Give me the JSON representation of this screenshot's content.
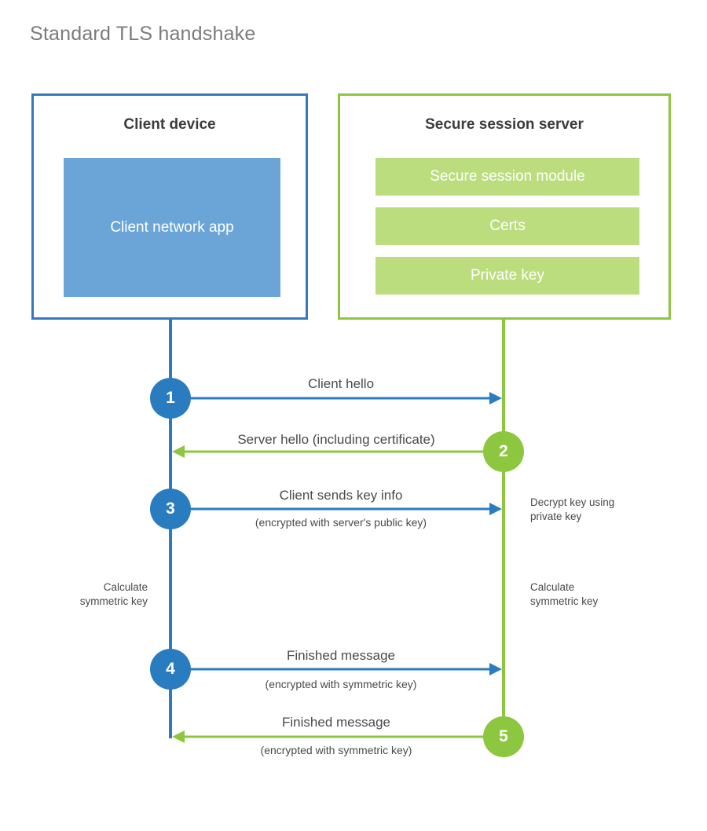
{
  "title": "Standard TLS handshake",
  "colors": {
    "client_border": "#3878bd",
    "client_line": "#2a7cc0",
    "client_fill": "#6ba5d7",
    "server_border": "#8dc63f",
    "server_line": "#8dc63f",
    "server_fill": "#bcdd7e",
    "text": "#4a4a4a",
    "title_text": "#7b7b7b",
    "background": "#ffffff"
  },
  "client": {
    "title": "Client device",
    "app_label": "Client network\napp"
  },
  "server": {
    "title": "Secure session server",
    "rows": [
      {
        "label": "Secure session module"
      },
      {
        "label": "Certs"
      },
      {
        "label": "Private key"
      }
    ]
  },
  "steps": [
    {
      "number": "1",
      "label": "Client hello",
      "sublabel": "",
      "direction": "client-to-server",
      "origin": "client"
    },
    {
      "number": "2",
      "label": "Server hello (including certificate)",
      "sublabel": "",
      "direction": "server-to-client",
      "origin": "server"
    },
    {
      "number": "3",
      "label": "Client sends key info",
      "sublabel": "(encrypted with server's public key)",
      "direction": "client-to-server",
      "origin": "client"
    },
    {
      "number": "4",
      "label": "Finished message",
      "sublabel": "(encrypted with symmetric key)",
      "direction": "client-to-server",
      "origin": "client"
    },
    {
      "number": "5",
      "label": "Finished message",
      "sublabel": "(encrypted with symmetric key)",
      "direction": "server-to-client",
      "origin": "server"
    }
  ],
  "notes": {
    "decrypt_key": "Decrypt key using\nprivate key",
    "calculate_symmetric_key_client": "Calculate\nsymmetric key",
    "calculate_symmetric_key_server": "Calculate\nsymmetric key"
  }
}
